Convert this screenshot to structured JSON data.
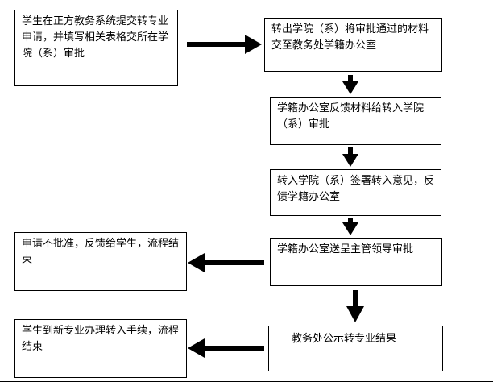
{
  "flowchart": {
    "steps": [
      {
        "id": "submit",
        "text": "学生在正方教务系统提交转专业申请，并填写相关表格交所在学院（系）审批"
      },
      {
        "id": "outgoing",
        "text": "转出学院（系）将审批通过的材料交至教务处学籍办公室"
      },
      {
        "id": "feedback-incoming",
        "text": "学籍办公室反馈材料给转入学院（系）审批"
      },
      {
        "id": "incoming-sign",
        "text": "转入学院（系）签署转入意见，反馈学籍办公室"
      },
      {
        "id": "supervisor",
        "text": "学籍办公室送呈主管领导审批"
      },
      {
        "id": "announce",
        "text": "教务处公示转专业结果"
      },
      {
        "id": "rejected",
        "text": "申请不批准，反馈给学生，流程结束"
      },
      {
        "id": "transfer",
        "text": "学生到新专业办理转入手续，流程结束"
      }
    ],
    "colors": {
      "line": "#000000",
      "background": "#ffffff"
    }
  }
}
